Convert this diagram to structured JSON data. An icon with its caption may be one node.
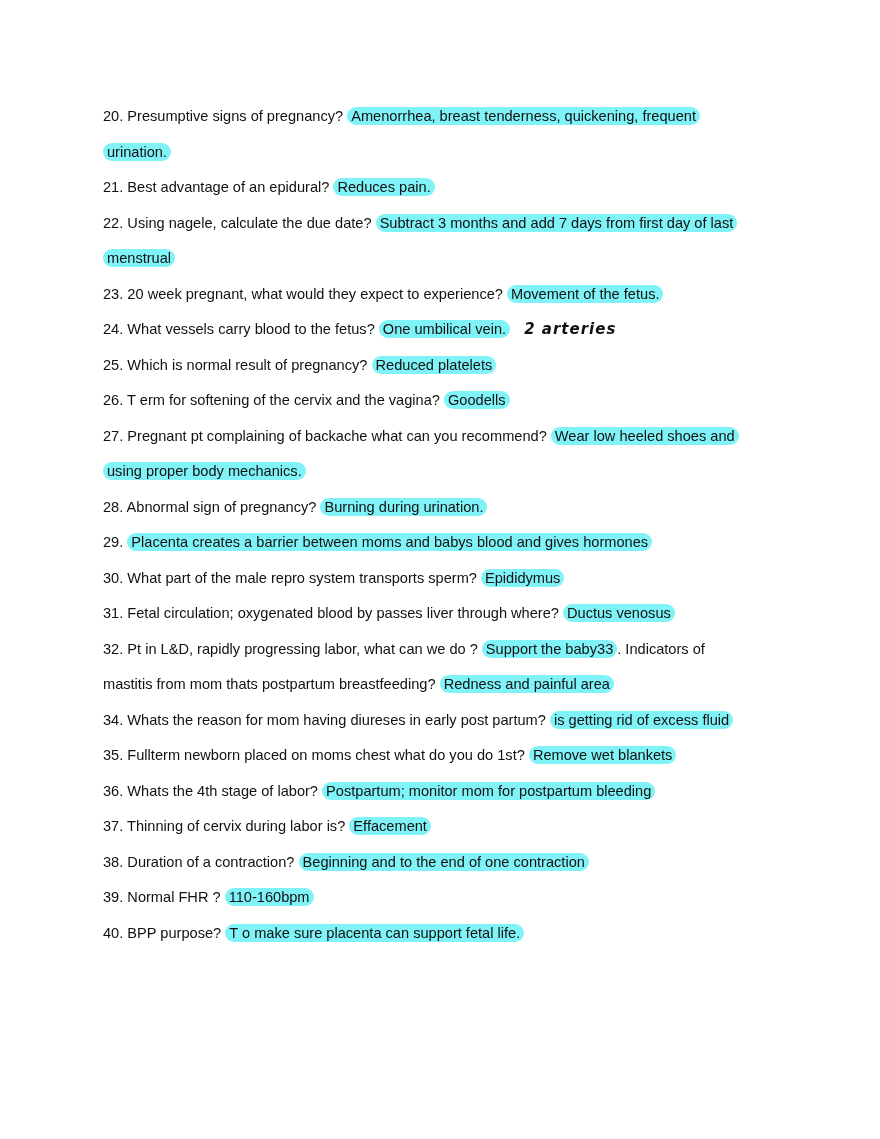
{
  "diagram": {
    "nodes": [
      {
        "text": [
          "Amenorrhea, breast tenderness, quickening, frequent urination."
        ]
      },
      {
        "text": [
          "Reduces pain."
        ]
      },
      {
        "text": [
          "Subtract 3 months and add 7 days from first day of last menstrual"
        ]
      },
      {
        "text": [
          "Movement of the fetus."
        ]
      },
      {
        "text": [
          "One umbilical vein."
        ]
      },
      {
        "text": [
          "Reduced platelets"
        ]
      },
      {
        "text": [
          "Goodells"
        ]
      },
      {
        "text": [
          "Wear low heeled shoes and using proper body mechanics."
        ]
      },
      {
        "text": [
          "Burning during urination."
        ]
      },
      {
        "text": [
          "Placenta creates a barrier between moms and babys blood and gives hormones"
        ]
      },
      {
        "text": [
          "Epididymus"
        ]
      },
      {
        "text": [
          "Ductus venosus"
        ]
      },
      {
        "text": [
          "Support the baby33"
        ]
      },
      {
        "text": [
          "Redness and painful area"
        ]
      },
      {
        "text": [
          "is getting rid of excess fluid"
        ]
      },
      {
        "text": [
          "Remove wet blankets"
        ]
      },
      {
        "text": [
          "Postpartum; monitor mom for postpartum bleeding"
        ]
      },
      {
        "text": [
          "Effacement"
        ]
      },
      {
        "text": [
          "Beginning and to the end of one contraction"
        ]
      },
      {
        "text": [
          "110-160bpm"
        ]
      },
      {
        "text": [
          "T o make sure placenta can support fetal life."
        ]
      }
    ],
    "labels": [
      "20. Presumptive signs of pregnancy?",
      "21. Best advantage of an epidural?",
      "22. Using nagele, calculate the due date?",
      "23. 20 week pregnant, what would they expect to experience?",
      "24. What vessels carry blood to the fetus?",
      "2 arteries",
      "25. Which is normal result of pregnancy?",
      "26. T erm for softening of the cervix and the vagina?",
      "27. Pregnant pt complaining of backache what can you recommend?",
      "28. Abnormal sign of pregnancy?",
      "29.",
      "30. What part of the male repro system transports sperm?",
      "31. Fetal circulation; oxygenated blood by passes liver through where?",
      "32. Pt in L&D, rapidly progressing labor, what can we do ?",
      ". Indicators of mastitis from mom thats postpartum breastfeeding?",
      "34. Whats the reason for mom having diureses in early post partum?",
      "35. Fullterm newborn placed on moms chest what do you do 1st?",
      "36. Whats the 4th stage of labor?",
      "37. Thinning of cervix during labor is?",
      "38. Duration of a contraction?",
      "39. Normal FHR ?",
      "40. BPP purpose?"
    ]
  }
}
